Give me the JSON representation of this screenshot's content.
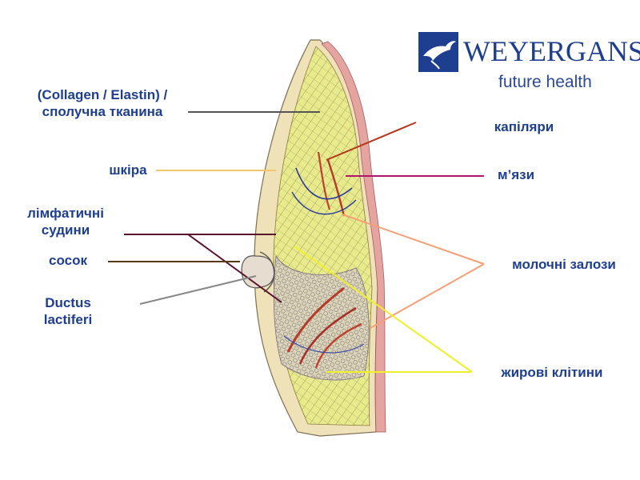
{
  "logo": {
    "name": "WEYERGANS",
    "tagline": "future health",
    "mark_icon": "bird-in-square-icon",
    "brand_color": "#1e3f8f"
  },
  "labels": {
    "collagen": [
      "(Collagen / Elastin) /",
      "сполучна тканина"
    ],
    "skin": [
      "шкіра"
    ],
    "lymph": [
      "лімфатичні",
      "судини"
    ],
    "nipple": [
      "сосок"
    ],
    "ductus": [
      "Ductus",
      "lactiferi"
    ],
    "capillaries": [
      "капіляри"
    ],
    "muscles": [
      "м’язи"
    ],
    "glands": [
      "молочні залози"
    ],
    "fat": [
      "жирові клітини"
    ]
  },
  "leader_colors": {
    "collagen": "#555555",
    "skin": "#f2c86e",
    "lymph": "#5a0f2c",
    "nipple": "#5a3a10",
    "ductus": "#888888",
    "capillaries": "#b3361a",
    "muscles": "#b0166a",
    "glands": "#f5a076",
    "fat": "#f0f02a"
  },
  "label_color": "#1e3f8f"
}
